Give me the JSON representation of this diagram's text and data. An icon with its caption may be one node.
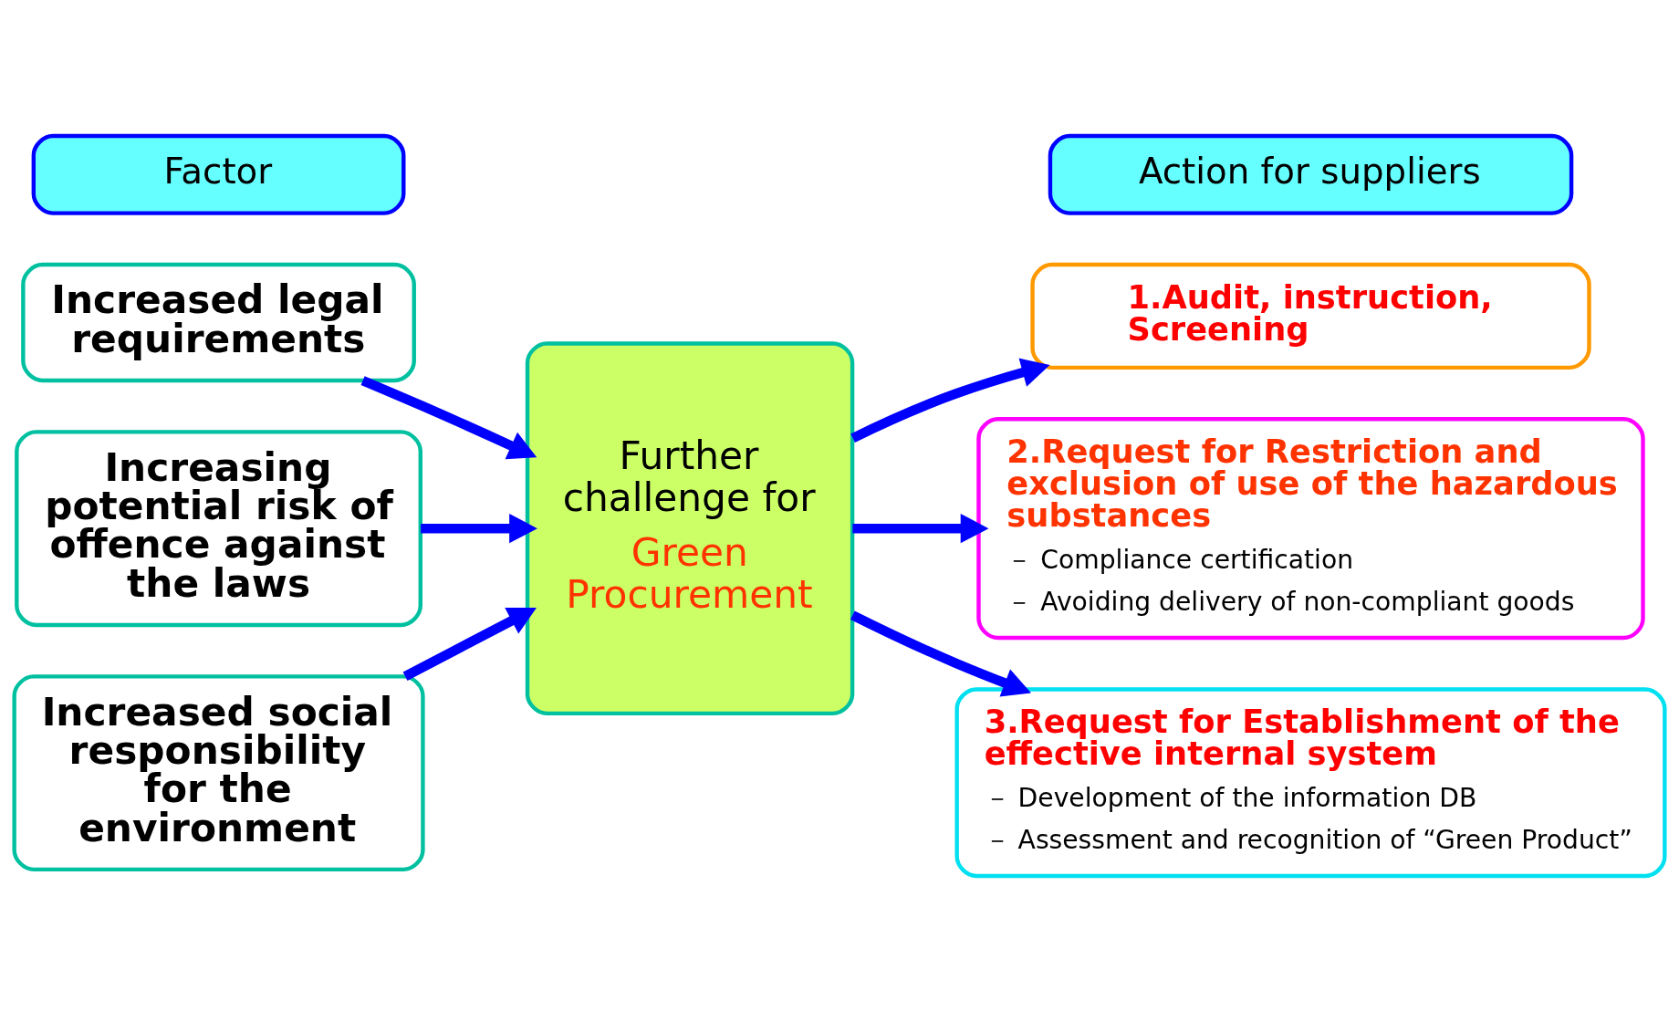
{
  "diagram": {
    "nodes": [
      {
        "text": [
          "Factor"
        ]
      },
      {
        "text": [
          "Action for suppliers"
        ]
      },
      {
        "text": [
          "Increased legal requirements"
        ]
      },
      {
        "text": [
          "Increasing potential risk of offence against the laws"
        ]
      },
      {
        "text": [
          "Increased social responsibility for the environment"
        ]
      },
      {
        "text": [
          "Further challenge for",
          "Green Procurement"
        ]
      },
      {
        "text": [
          "1.Audit, instruction, Screening"
        ]
      },
      {
        "text": [
          "2.Request for Restriction and exclusion of use of the hazardous substances",
          "－ Compliance certification",
          "－ Avoiding delivery of non-compliant goods"
        ]
      },
      {
        "text": [
          "3.Request for Establishment of the effective internal system",
          "－ Development of the information DB",
          "－ Assessment and recognition of “Green Product”"
        ]
      }
    ],
    "edges": [
      {
        "from": 2,
        "to": 5,
        "arrow": "to"
      },
      {
        "from": 3,
        "to": 5,
        "arrow": "to"
      },
      {
        "from": 4,
        "to": 5,
        "arrow": "to"
      },
      {
        "from": 5,
        "to": 6,
        "arrow": "to"
      },
      {
        "from": 5,
        "to": 7,
        "arrow": "to"
      },
      {
        "from": 5,
        "to": 8,
        "arrow": "to"
      }
    ]
  }
}
